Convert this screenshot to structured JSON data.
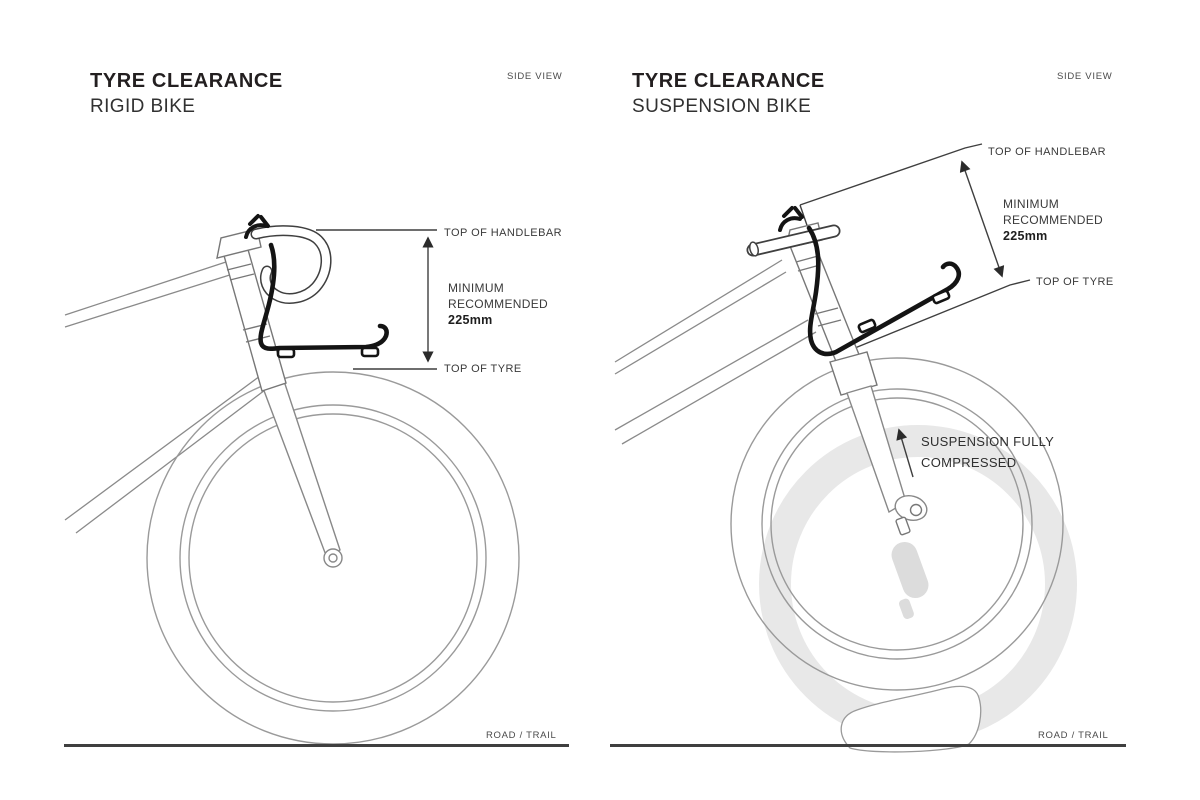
{
  "colors": {
    "ink": "#231f20",
    "line_art_gray": "#9a9a9a",
    "mount_black": "#141414",
    "ghost_gray": "#e8e8e8",
    "annotation_gray": "#3a3a3a"
  },
  "panels": [
    {
      "title": "TYRE CLEARANCE",
      "subtitle": "RIGID BIKE",
      "view_label": "SIDE VIEW",
      "ground_label": "ROAD / TRAIL",
      "labels": {
        "top_of_handlebar": "TOP OF HANDLEBAR",
        "minimum": "MINIMUM",
        "recommended": "RECOMMENDED",
        "value": "225mm",
        "top_of_tyre": "TOP OF TYRE"
      }
    },
    {
      "title": "TYRE CLEARANCE",
      "subtitle": "SUSPENSION BIKE",
      "view_label": "SIDE VIEW",
      "ground_label": "ROAD / TRAIL",
      "labels": {
        "top_of_handlebar": "TOP OF HANDLEBAR",
        "minimum": "MINIMUM",
        "recommended": "RECOMMENDED",
        "value": "225mm",
        "top_of_tyre": "TOP OF TYRE",
        "suspension_line1": "SUSPENSION FULLY",
        "suspension_line2": "COMPRESSED"
      }
    }
  ]
}
